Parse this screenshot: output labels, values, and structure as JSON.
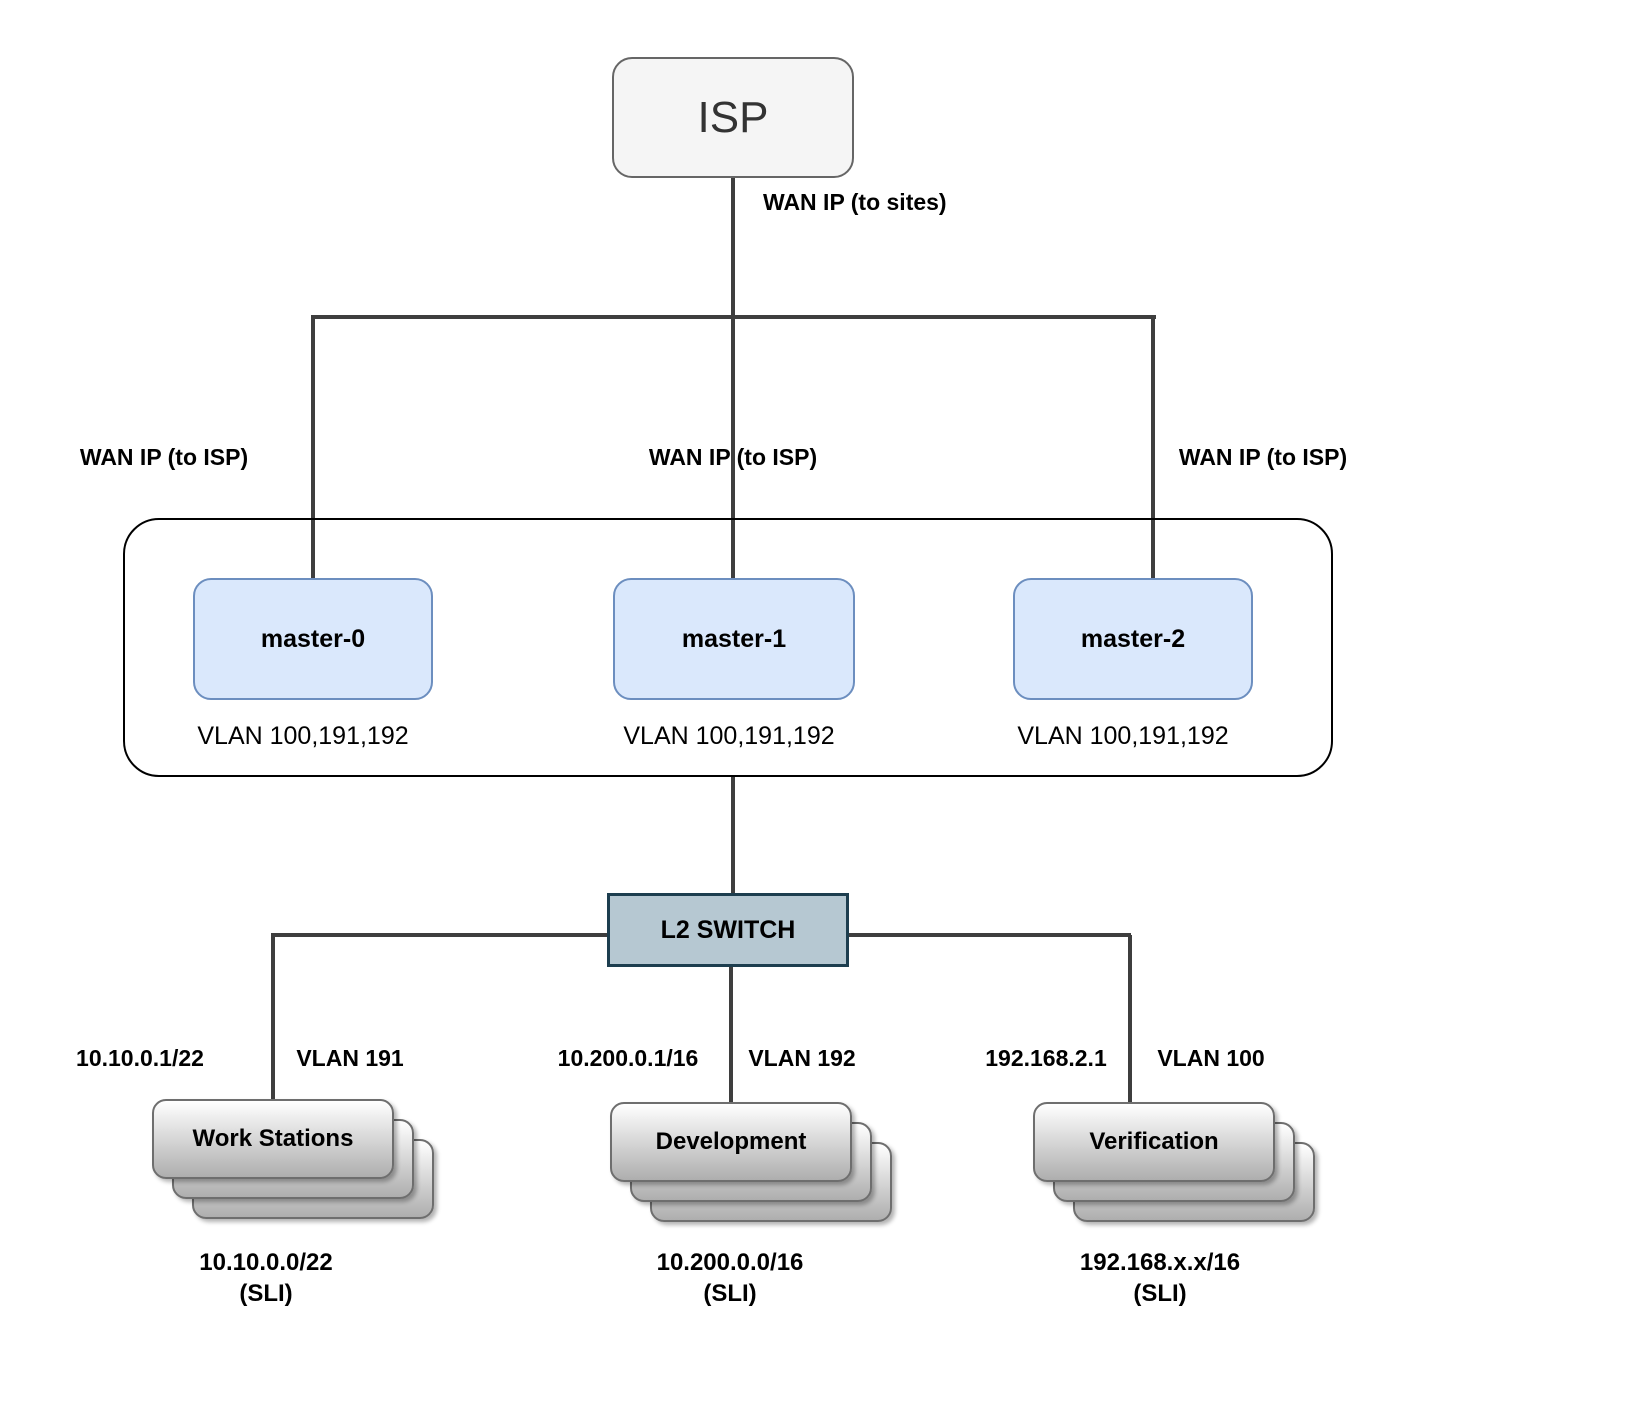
{
  "diagram": {
    "isp": {
      "label": "ISP"
    },
    "labels": {
      "wan_to_sites": "WAN IP (to sites)",
      "wan_to_isp_left": "WAN IP (to ISP)",
      "wan_to_isp_mid": "WAN IP (to ISP)",
      "wan_to_isp_right": "WAN IP (to ISP)"
    },
    "masters": [
      {
        "label": "master-0",
        "vlan": "VLAN 100,191,192"
      },
      {
        "label": "master-1",
        "vlan": "VLAN 100,191,192"
      },
      {
        "label": "master-2",
        "vlan": "VLAN 100,191,192"
      }
    ],
    "switch": {
      "label": "L2 SWITCH"
    },
    "segments": [
      {
        "name": "Work Stations",
        "gateway": "10.10.0.1/22",
        "vlan": "VLAN 191",
        "subnet": "10.10.0.0/22",
        "note": "(SLI)"
      },
      {
        "name": "Development",
        "gateway": "10.200.0.1/16",
        "vlan": "VLAN 192",
        "subnet": "10.200.0.0/16",
        "note": "(SLI)"
      },
      {
        "name": "Verification",
        "gateway": "192.168.2.1",
        "vlan": "VLAN 100",
        "subnet": "192.168.x.x/16",
        "note": "(SLI)"
      }
    ],
    "colors": {
      "master_fill": "#dae8fc",
      "master_border": "#6c8ebf",
      "switch_fill": "#b6c8d2",
      "switch_border": "#1d3e4f",
      "isp_fill": "#f5f5f5",
      "isp_border": "#666666",
      "edge": "#3e3e3e"
    }
  }
}
